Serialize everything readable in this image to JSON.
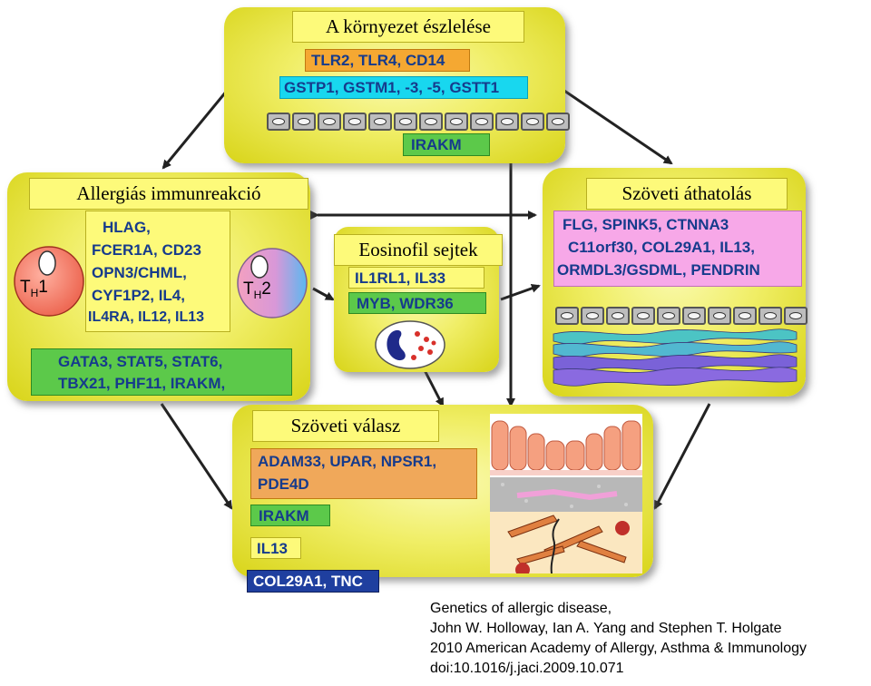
{
  "top": {
    "title": "A környezet észlelése",
    "line1": "TLR2, TLR4, CD14",
    "line2": "GSTP1, GSTM1, -3, -5, GSTT1",
    "line3": "IRAKM"
  },
  "left": {
    "title": "Allergiás immunreakció",
    "th1_label": "T",
    "th1_sub": "H",
    "th1_num": "1",
    "th2_label": "T",
    "th2_sub": "H",
    "th2_num": "2",
    "genes": [
      "HLAG,",
      "FCER1A, CD23",
      "OPN3/CHML,",
      "CYF1P2, IL4,",
      "IL4RA, IL12, IL13"
    ],
    "transcription": [
      "GATA3, STAT5, STAT6,",
      "TBX21, PHF11, IRAKM,"
    ]
  },
  "middle": {
    "title": "Eosinofil sejtek",
    "line1": "IL1RL1, IL33",
    "line2": "MYB, WDR36"
  },
  "right": {
    "title": "Szöveti áthatolás",
    "genes": [
      "FLG, SPINK5, CTNNA3",
      "C11orf30, COL29A1, IL13,",
      "ORMDL3/GSDML, PENDRIN"
    ]
  },
  "bottom": {
    "title": "Szöveti válasz",
    "box1": [
      "ADAM33, UPAR, NPSR1,",
      "PDE4D"
    ],
    "box2": "IRAKM",
    "box3": "IL13",
    "box4": "COL29A1, TNC"
  },
  "citation": [
    "Genetics of allergic disease,",
    "John W. Holloway, Ian A. Yang and Stephen T. Holgate",
    "2010 American Academy of Allergy, Asthma & Immunology",
    "doi:10.1016/j.jaci.2009.10.071"
  ]
}
